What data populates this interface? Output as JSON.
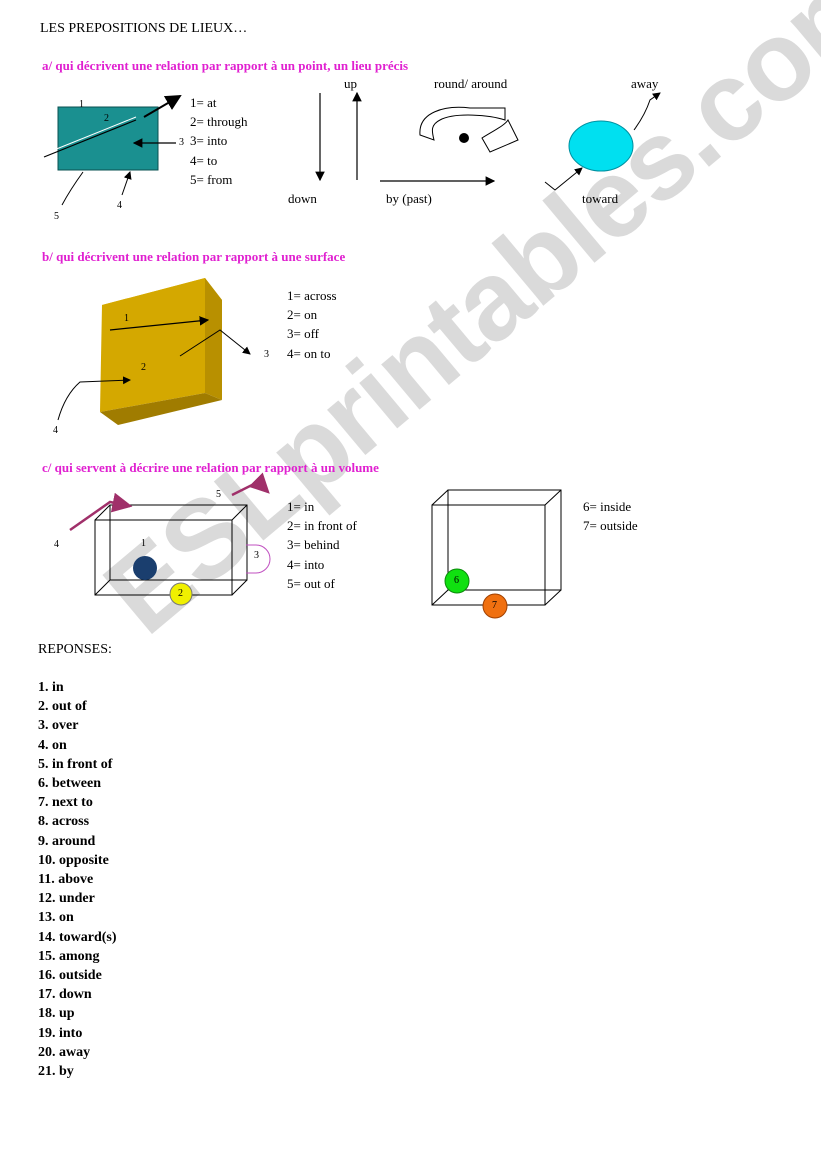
{
  "title": "LES PREPOSITIONS DE LIEUX…",
  "section_a": {
    "heading": "a/ qui décrivent une relation par rapport à un point, un lieu précis",
    "legend": [
      "1= at",
      "2= through",
      "3= into",
      "4= to",
      "5= from"
    ],
    "fig_numbers": [
      "1",
      "2",
      "3",
      "4",
      "5"
    ],
    "labels": {
      "up": "up",
      "down": "down",
      "round_around": "round/ around",
      "by_past": "by (past)",
      "away": "away",
      "toward": "toward"
    }
  },
  "section_b": {
    "heading": "b/ qui décrivent une relation par rapport à une surface",
    "legend": [
      "1= across",
      "2= on",
      "3= off",
      "4= on to"
    ],
    "fig_numbers": [
      "1",
      "2",
      "3",
      "4"
    ]
  },
  "section_c": {
    "heading": "c/ qui servent à décrire une relation par rapport à un volume",
    "legend_left": [
      "1= in",
      "2= in front of",
      "3= behind",
      "4= into",
      "5= out of"
    ],
    "legend_right": [
      "6= inside",
      "7= outside"
    ],
    "fig_numbers": [
      "1",
      "2",
      "3",
      "4",
      "5",
      "6",
      "7"
    ]
  },
  "reponses_label": "REPONSES:",
  "answers": [
    "1. in",
    "2. out of",
    "3. over",
    "4. on",
    "5. in front of",
    "6. between",
    "7. next to",
    "8. across",
    "9. around",
    "10. opposite",
    "11. above",
    "12. under",
    "13. on",
    "14. toward(s)",
    "15. among",
    "16. outside",
    "17. down",
    "18. up",
    "19. into",
    "20. away",
    "21. by"
  ],
  "watermark": "ESLprintables.com",
  "colors": {
    "heading": "#e020d0",
    "teal_box": "#1a9090",
    "cyan_ellipse": "#00e0f0",
    "gold_box": "#d4a800",
    "navy_ball": "#1a3e6e",
    "yellow_ball": "#f0f000",
    "green_ball": "#10e010",
    "orange_ball": "#f07010",
    "arrow_purple": "#a0306a"
  }
}
